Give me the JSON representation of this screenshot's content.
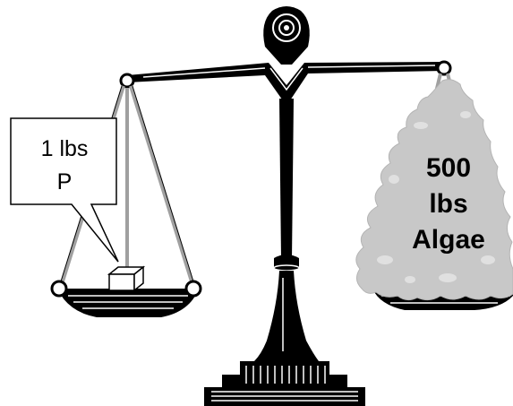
{
  "left_pan": {
    "label_line1": "1 lbs",
    "label_line2": "P"
  },
  "right_pan": {
    "label_line1": "500",
    "label_line2": "lbs",
    "label_line3": "Algae"
  },
  "colors": {
    "ink": "#000000",
    "algae": "#c8c8c8",
    "chain": "#a0a0a0",
    "background": "#ffffff"
  }
}
